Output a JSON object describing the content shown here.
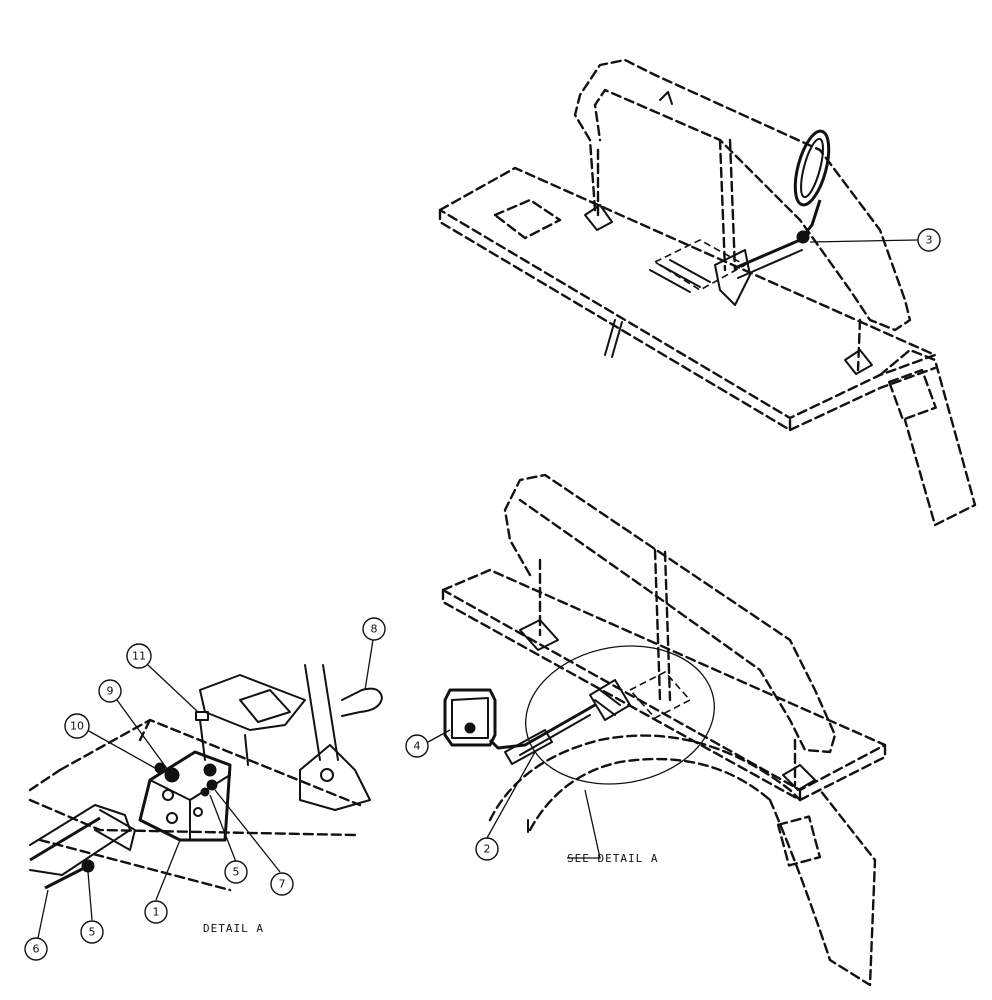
{
  "callouts": [
    {
      "id": "c1",
      "label": "1"
    },
    {
      "id": "c2",
      "label": "2"
    },
    {
      "id": "c3",
      "label": "3"
    },
    {
      "id": "c4",
      "label": "4"
    },
    {
      "id": "c5a",
      "label": "5"
    },
    {
      "id": "c5b",
      "label": "5"
    },
    {
      "id": "c6",
      "label": "6"
    },
    {
      "id": "c7",
      "label": "7"
    },
    {
      "id": "c8",
      "label": "8"
    },
    {
      "id": "c9",
      "label": "9"
    },
    {
      "id": "c10",
      "label": "10"
    },
    {
      "id": "c11",
      "label": "11"
    }
  ],
  "notes": {
    "see_detail": "SEE DETAIL  A",
    "detail_title": "DETAIL  A"
  },
  "colors": {
    "line": "#111111",
    "background": "#ffffff"
  }
}
